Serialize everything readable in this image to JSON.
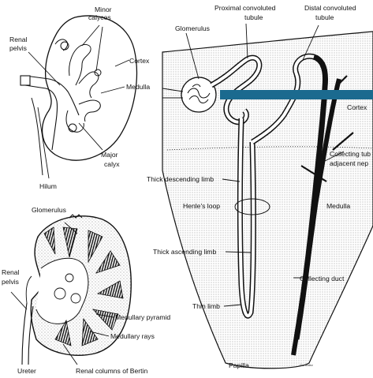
{
  "labels": {
    "minor_calyces": [
      "Minor",
      "calyces"
    ],
    "renal_pelvis_top": [
      "Renal",
      "pelvis"
    ],
    "cortex_left": "Cortex",
    "medulla_left": "Medulla",
    "major_calyx": [
      "Major",
      "calyx"
    ],
    "hilum": "Hilum",
    "glomerulus_left": "Glomerulus",
    "renal_pelvis_bottom": [
      "Renal",
      "pelvis"
    ],
    "medullary_pyramid": "Medullary pyramid",
    "medullary_rays": "Medullary rays",
    "ureter": "Ureter",
    "renal_columns": "Renal columns of Bertin",
    "glomerulus_right": "Glomerulus",
    "proximal_tubule": [
      "Proximal convoluted",
      "tubule"
    ],
    "distal_tubule": [
      "Distal convoluted",
      "tubule"
    ],
    "cortex_right": "Cortex",
    "collecting_tubule": [
      "Collecting tub",
      "adjacent nep"
    ],
    "thick_descending": "Thick descending limb",
    "henles_loop": "Henle's loop",
    "medulla_right": "Medulla",
    "thick_ascending": "Thick ascending limb",
    "collecting_duct": "Collecting duct",
    "thin_limb": "Thin limb",
    "papilla": "Papilla",
    "signature": "Gonzalez"
  },
  "colors": {
    "ink": "#111111",
    "stipple": "#d6d6d6",
    "overlay_bar": "#1b6a8f"
  }
}
